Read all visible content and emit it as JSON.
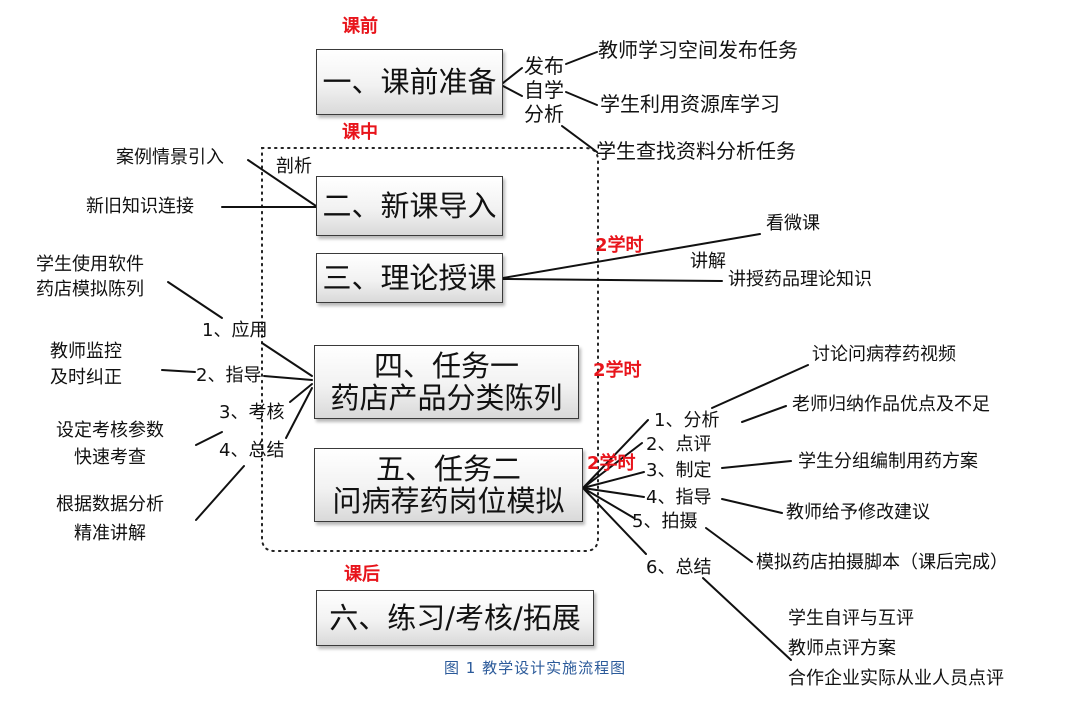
{
  "phases": {
    "pre": "课前",
    "in": "课中",
    "post": "课后"
  },
  "boxes": {
    "box1": "一、课前准备",
    "box2": "二、新课导入",
    "box3": "三、理论授课",
    "box4_line1": "四、任务一",
    "box4_line2": "药店产品分类陈列",
    "box5_line1": "五、任务二",
    "box5_line2": "问病荐药岗位模拟",
    "box6": "六、练习/考核/拓展"
  },
  "pre_class": {
    "fabu": "发布",
    "zixue": "自学",
    "fenxi": "分析",
    "task1": "教师学习空间发布任务",
    "task2": "学生利用资源库学习",
    "task3": "学生查找资料分析任务"
  },
  "intro": {
    "case": "案例情景引入",
    "pouxi": "剖析",
    "link": "新旧知识连接"
  },
  "theory": {
    "hours": "2学时",
    "weike": "看微课",
    "jiangjie": "讲解",
    "knowledge": "讲授药品理论知识"
  },
  "task1": {
    "hours": "2学时",
    "step1": "1、应用",
    "step2": "2、指导",
    "step3": "3、考核",
    "step4": "4、总结",
    "n1a": "学生使用软件",
    "n1b": "药店模拟陈列",
    "n2a": "教师监控",
    "n2b": "及时纠正",
    "n3a": "设定考核参数",
    "n3b": "快速考查",
    "n4a": "根据数据分析",
    "n4b": "精准讲解"
  },
  "task2": {
    "hours": "2学时",
    "step1": "1、分析",
    "step2": "2、点评",
    "step3": "3、制定",
    "step4": "4、指导",
    "step5": "5、拍摄",
    "step6": "6、总结",
    "d1": "讨论问病荐药视频",
    "d2": "老师归纳作品优点及不足",
    "d3": "学生分组编制用药方案",
    "d4": "教师给予修改建议",
    "d5": "模拟药店拍摄脚本（课后完成）",
    "d6a": "学生自评与互评",
    "d6b": "教师点评方案",
    "d6c": "合作企业实际从业人员点评"
  },
  "caption": "图 1 教学设计实施流程图"
}
